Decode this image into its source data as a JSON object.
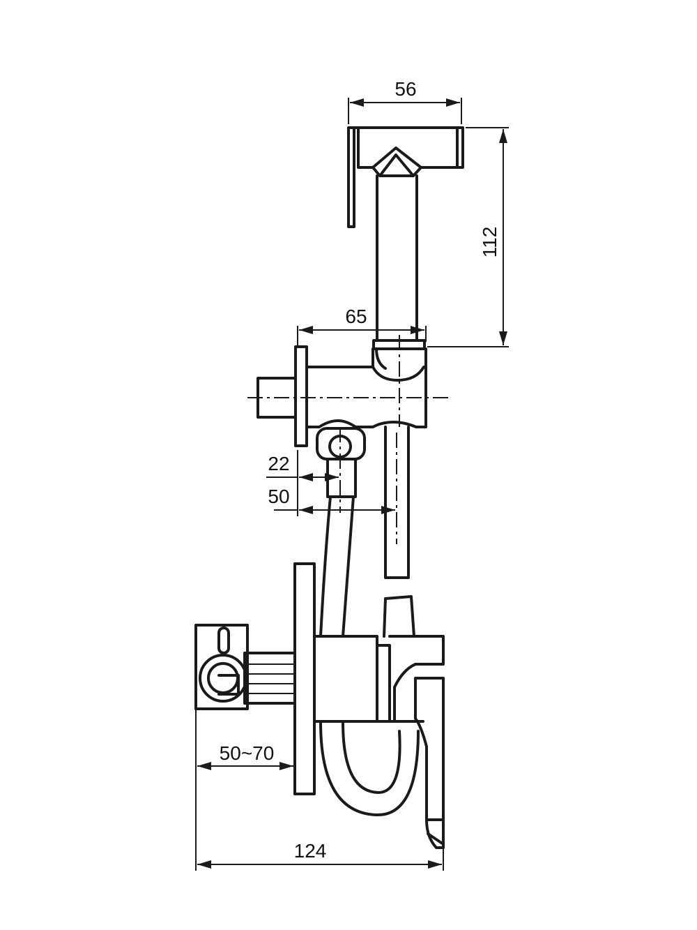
{
  "dimensions": {
    "head_width": "56",
    "head_height": "112",
    "holder_depth": "65",
    "inlet_offset": "22",
    "hose_offset": "50",
    "wall_depth_range": "50~70",
    "total_depth": "124"
  },
  "colors": {
    "line": "#1a1a1a",
    "background": "#ffffff"
  }
}
